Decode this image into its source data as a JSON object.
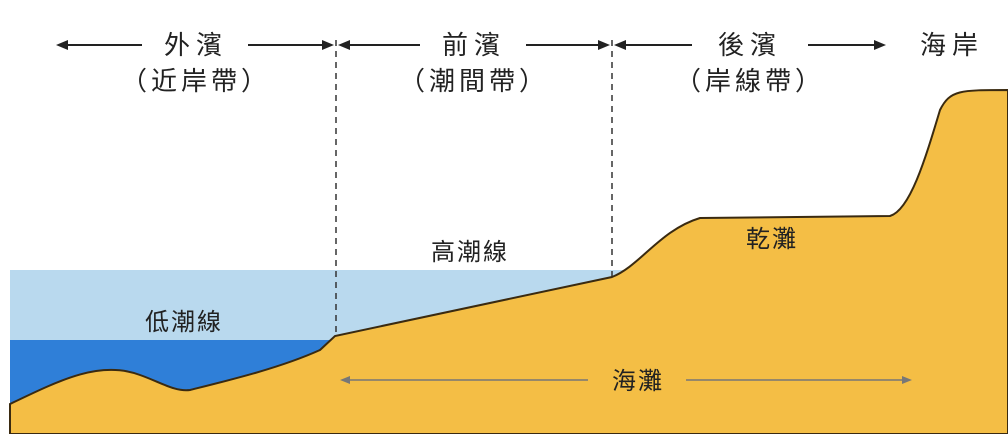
{
  "zones": {
    "offshore": {
      "name": "外濱",
      "sub": "（近岸帶）"
    },
    "foreshore": {
      "name": "前濱",
      "sub": "（潮間帶）"
    },
    "backshore": {
      "name": "後濱",
      "sub": "（岸線帶）"
    },
    "coast": {
      "name": "海岸"
    }
  },
  "labels": {
    "low_tide": "低潮線",
    "high_tide": "高潮線",
    "dry_beach": "乾灘",
    "beach": "海灘"
  },
  "colors": {
    "sky": "#ffffff",
    "upper_water": "#b9d9ee",
    "lower_water": "#2f7fd8",
    "sand": "#f4be45",
    "sand_edge": "#3a2a10"
  }
}
